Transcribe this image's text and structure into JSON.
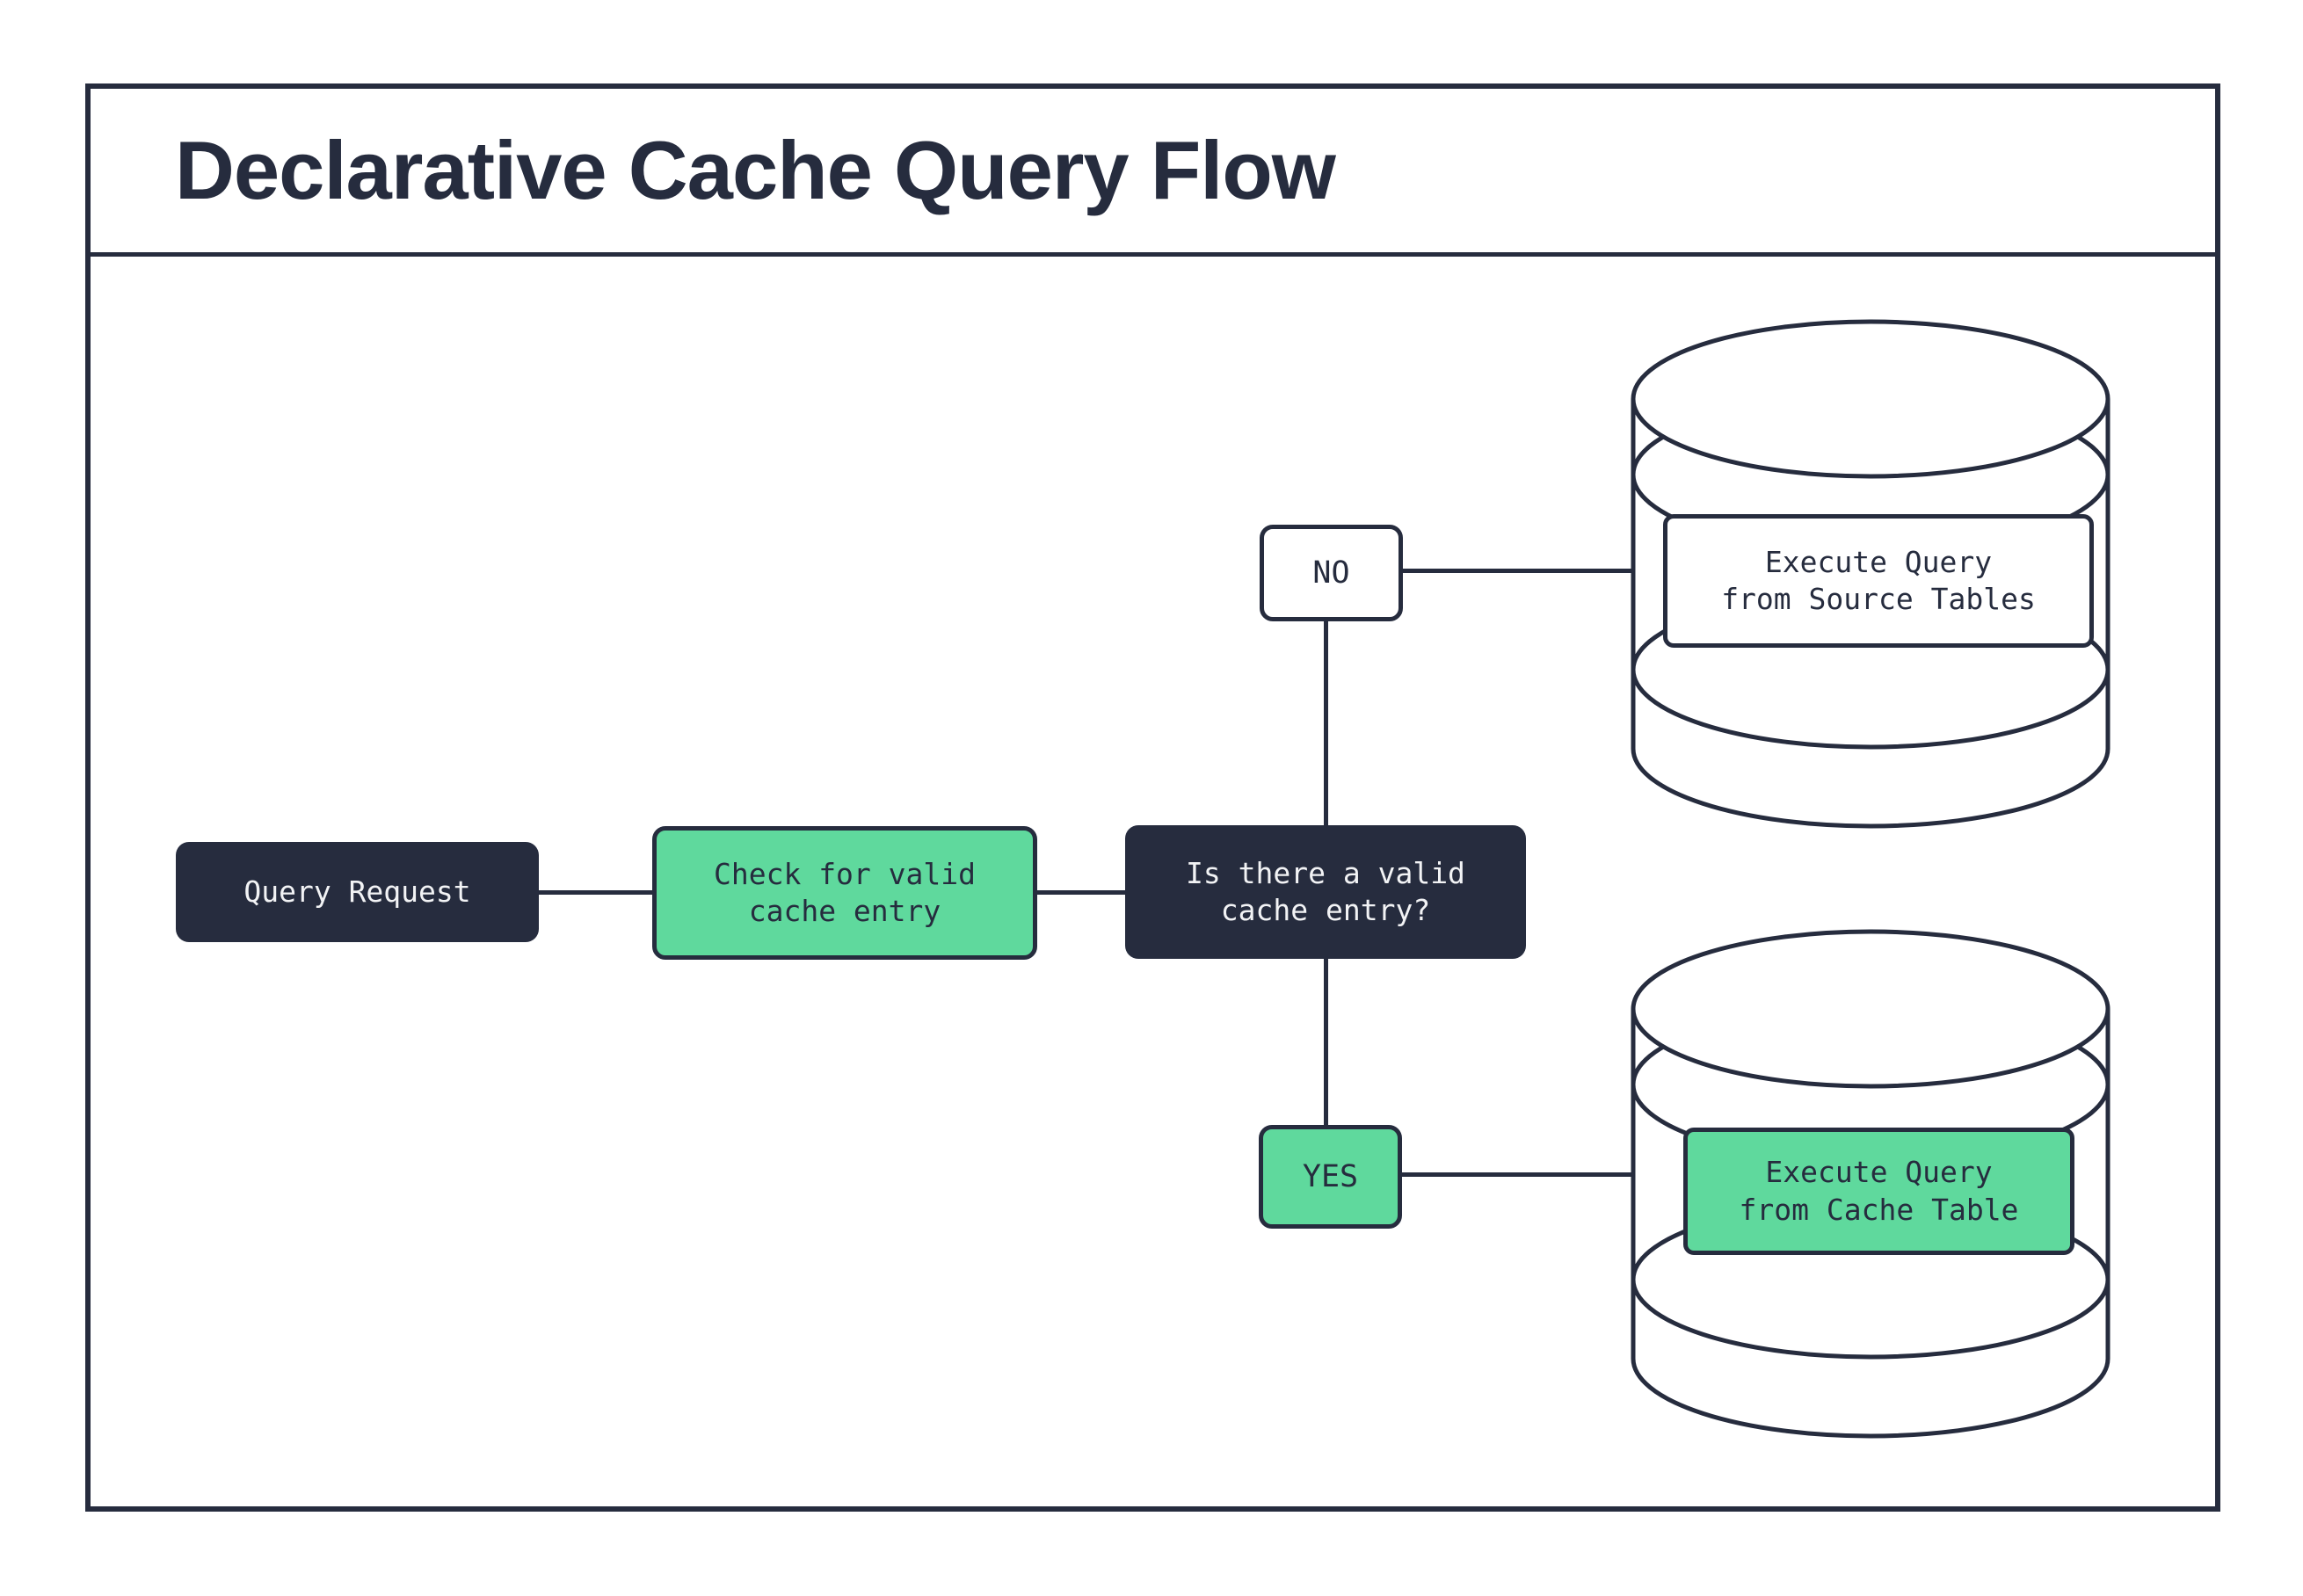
{
  "title": "Declarative Cache Query Flow",
  "colors": {
    "dark": "#262C3E",
    "green": "#5FD99D",
    "background": "#FFFFFF",
    "text_on_dark": "#F2F3F5"
  },
  "nodes": {
    "query_request": {
      "label": "Query Request"
    },
    "check_cache": {
      "line1": "Check for valid",
      "line2": "cache entry"
    },
    "decision": {
      "line1": "Is there a valid",
      "line2": "cache entry?"
    },
    "no_branch": {
      "label": "NO"
    },
    "yes_branch": {
      "label": "YES"
    },
    "source_db": {
      "line1": "Execute Query",
      "line2": "from Source Tables"
    },
    "cache_db": {
      "line1": "Execute Query",
      "line2": "from Cache Table"
    }
  }
}
